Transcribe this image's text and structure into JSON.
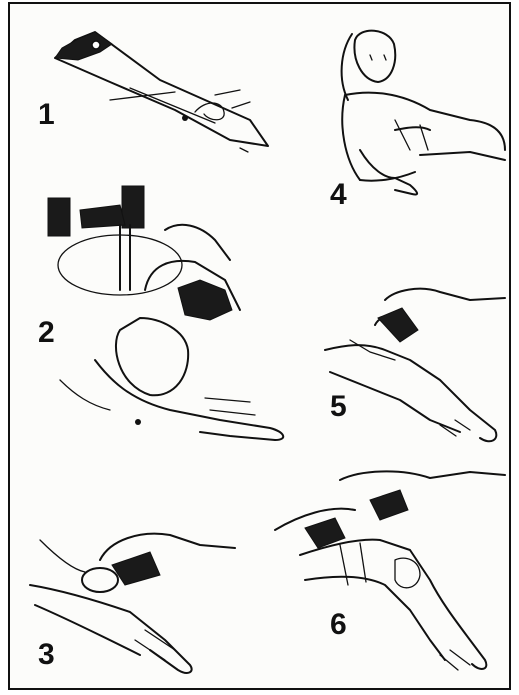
{
  "panels": [
    {
      "label": "1",
      "depicts": "knife-icon"
    },
    {
      "label": "2",
      "depicts": "hand-with-sterilized-dressing-icon"
    },
    {
      "label": "3",
      "depicts": "pressing-pad-on-wrist-icon"
    },
    {
      "label": "4",
      "depicts": "reclining-person-icon"
    },
    {
      "label": "5",
      "depicts": "securing-pad-on-wrist-icon"
    },
    {
      "label": "6",
      "depicts": "tying-bandage-on-forearm-icon"
    }
  ],
  "colors": {
    "ink": "#111111",
    "paper": "#fcfcfa"
  }
}
